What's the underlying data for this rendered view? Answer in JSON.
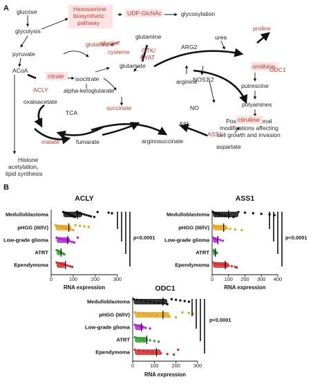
{
  "panel_a": {
    "label": "A",
    "black_nodes": [
      {
        "id": "glucose",
        "text": "glucose"
      },
      {
        "id": "glycolysis",
        "text": "glycolysis"
      },
      {
        "id": "pyruvate",
        "text": "pyruvate"
      },
      {
        "id": "acoa",
        "text": "ACoA"
      },
      {
        "id": "glycosylation",
        "text": "glycosylation"
      },
      {
        "id": "glutamine",
        "text": "glutamine"
      },
      {
        "id": "glutamate",
        "text": "glutamate"
      },
      {
        "id": "isocitrate",
        "text": "isocitrate"
      },
      {
        "id": "akg",
        "text": "alpha-ketoglutarate"
      },
      {
        "id": "oxaloacetate",
        "text": "oxaloacetate"
      },
      {
        "id": "tca",
        "text": "TCA"
      },
      {
        "id": "fumarate",
        "text": "fumarate"
      },
      {
        "id": "histone1",
        "text": "Histone"
      },
      {
        "id": "histone2",
        "text": "acetylation,"
      },
      {
        "id": "histone3",
        "text": "lipid synthesis"
      },
      {
        "id": "urea",
        "text": "urea"
      },
      {
        "id": "arg2",
        "text": "ARG2"
      },
      {
        "id": "arginine",
        "text": "arginine"
      },
      {
        "id": "nos",
        "text": "NOS1,2"
      },
      {
        "id": "no",
        "text": "NO"
      },
      {
        "id": "asl",
        "text": "ASL"
      },
      {
        "id": "argsucc",
        "text": "arginosuccinate"
      },
      {
        "id": "aspartate",
        "text": "aspartate"
      },
      {
        "id": "putrescine",
        "text": "putrescine"
      },
      {
        "id": "polyamines",
        "text": "polyamines"
      },
      {
        "id": "ptm1",
        "text": "Post-translational"
      },
      {
        "id": "ptm2",
        "text": "modifications affecting"
      },
      {
        "id": "ptm3",
        "text": "cell growth and invasion"
      }
    ],
    "red_nodes": [
      {
        "id": "hex1",
        "text": "Hexosamine"
      },
      {
        "id": "hex2",
        "text": "biosynthetic"
      },
      {
        "id": "hex3",
        "text": "pathway"
      },
      {
        "id": "udp",
        "text": "UDP-GlcNAc"
      },
      {
        "id": "glutathione",
        "text": "glutathione"
      },
      {
        "id": "glycine",
        "text": "glycine"
      },
      {
        "id": "cysteine",
        "text": "cysteine"
      },
      {
        "id": "gtk1",
        "text": "GTK/"
      },
      {
        "id": "gtk2",
        "text": "KYAT"
      },
      {
        "id": "citrate",
        "text": "citrate"
      },
      {
        "id": "acly",
        "text": "ACLY"
      },
      {
        "id": "succinate",
        "text": "succinate"
      },
      {
        "id": "malate",
        "text": "malate"
      },
      {
        "id": "proline",
        "text": "proline"
      },
      {
        "id": "ornithine",
        "text": "ornithine"
      },
      {
        "id": "odc1",
        "text": "ODC1"
      },
      {
        "id": "citrulline",
        "text": "citrulline"
      },
      {
        "id": "ass1",
        "text": "ASS1"
      }
    ]
  },
  "panel_b": {
    "label": "B",
    "xlabel": "RNA expression",
    "pvalue": "p<0.0001",
    "groups": [
      "Medulloblastoma",
      "pHGG (III/IV)",
      "Low-grade glioma",
      "ATRT",
      "Ependymoma"
    ],
    "colors": {
      "Medulloblastoma": "#111111",
      "pHGG (III/IV)": "#e8a317",
      "Low-grade glioma": "#b620e0",
      "ATRT": "#2ca02c",
      "Ependymoma": "#d62728"
    }
  },
  "chart_data": [
    {
      "type": "scatter",
      "title": "ACLY",
      "xlabel": "RNA expression",
      "xlim": [
        0,
        300
      ],
      "xticks": [
        0,
        100,
        200,
        300
      ],
      "categories": [
        "Medulloblastoma",
        "pHGG (III/IV)",
        "Low-grade glioma",
        "ATRT",
        "Ependymoma"
      ],
      "series": [
        {
          "name": "Medulloblastoma",
          "values": [
            55,
            62,
            70,
            78,
            85,
            90,
            95,
            100,
            108,
            115,
            120,
            130,
            140,
            150,
            160,
            170,
            180,
            195,
            210,
            260,
            275
          ]
        },
        {
          "name": "pHGG (III/IV)",
          "values": [
            20,
            30,
            40,
            50,
            60,
            70,
            80,
            90,
            100,
            110,
            130,
            150,
            170
          ]
        },
        {
          "name": "Low-grade glioma",
          "values": [
            25,
            35,
            45,
            55,
            65,
            75,
            85,
            95,
            105,
            120
          ]
        },
        {
          "name": "ATRT",
          "values": [
            25,
            30,
            35,
            40,
            45,
            50,
            55,
            60
          ]
        },
        {
          "name": "Ependymoma",
          "values": [
            25,
            35,
            45,
            55,
            65,
            75,
            85,
            95
          ]
        }
      ],
      "annotation": "p<0.0001"
    },
    {
      "type": "scatter",
      "title": "ASS1",
      "xlabel": "RNA expression",
      "xlim": [
        0,
        400
      ],
      "xticks": [
        0,
        100,
        200,
        300,
        400
      ],
      "categories": [
        "Medulloblastoma",
        "pHGG (III/IV)",
        "Low-grade glioma",
        "ATRT",
        "Ependymoma"
      ],
      "series": [
        {
          "name": "Medulloblastoma",
          "values": [
            5,
            10,
            20,
            30,
            45,
            60,
            80,
            100,
            130,
            160,
            200,
            250,
            300,
            350,
            380
          ]
        },
        {
          "name": "pHGG (III/IV)",
          "values": [
            5,
            15,
            30,
            50,
            70,
            90,
            110,
            140,
            180
          ]
        },
        {
          "name": "Low-grade glioma",
          "values": [
            5,
            10,
            20,
            35,
            50,
            65
          ]
        },
        {
          "name": "ATRT",
          "values": [
            5,
            10,
            15,
            20,
            25,
            30
          ]
        },
        {
          "name": "Ependymoma",
          "values": [
            5,
            20,
            40,
            60,
            80,
            100,
            120,
            140,
            150
          ]
        }
      ],
      "annotation": "p<0.0001"
    },
    {
      "type": "scatter",
      "title": "ODC1",
      "xlabel": "RNA expression",
      "xlim": [
        0,
        300
      ],
      "xticks": [
        0,
        100,
        200,
        300
      ],
      "categories": [
        "Medulloblastoma",
        "pHGG (III/IV)",
        "Low-grade glioma",
        "ATRT",
        "Ependymoma"
      ],
      "series": [
        {
          "name": "Medulloblastoma",
          "values": [
            5,
            20,
            40,
            60,
            80,
            100,
            120,
            140,
            160,
            180,
            200,
            220,
            240,
            260
          ]
        },
        {
          "name": "pHGG (III/IV)",
          "values": [
            10,
            30,
            50,
            70,
            90,
            110,
            140,
            170,
            200,
            230,
            260,
            280
          ]
        },
        {
          "name": "Low-grade glioma",
          "values": [
            10,
            20,
            30,
            40,
            50,
            60,
            80
          ]
        },
        {
          "name": "ATRT",
          "values": [
            10,
            20,
            35,
            50,
            65,
            80,
            100,
            120
          ]
        },
        {
          "name": "Ependymoma",
          "values": [
            10,
            30,
            50,
            70,
            90,
            110,
            130,
            160,
            190,
            210
          ]
        }
      ],
      "annotation": "p<0.0001"
    }
  ]
}
